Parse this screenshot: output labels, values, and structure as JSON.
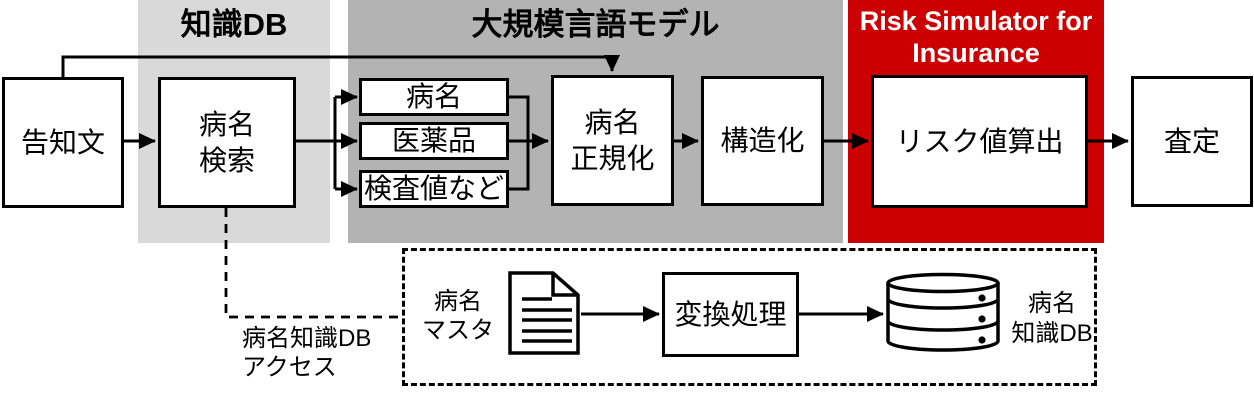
{
  "colors": {
    "band_light_gray": "#D9D9D9",
    "band_dark_gray": "#B3B3B3",
    "band_red": "#CC0000",
    "band_red_text": "#FFFFFF",
    "line_color": "#000000",
    "box_fill": "#FFFFFF"
  },
  "bands": {
    "knowledge_db": {
      "label": "知識DB"
    },
    "llm": {
      "label": "大規模言語モデル"
    },
    "risk_simulator": {
      "line1": "Risk Simulator",
      "line2": "for Insurance"
    }
  },
  "pipeline": {
    "notice": {
      "label": "告知文"
    },
    "disease_search": {
      "line1": "病名",
      "line2": "検索"
    },
    "extracted_items": {
      "disease_name": "病名",
      "medicine": "医薬品",
      "test_values": "検査値など"
    },
    "disease_normalization": {
      "line1": "病名",
      "line2": "正規化"
    },
    "structuring": {
      "label": "構造化"
    },
    "risk_calculation": {
      "label": "リスク値算出"
    },
    "assessment": {
      "label": "査定"
    }
  },
  "knowledge_db_flow": {
    "access_note": {
      "line1": "病名知識DB",
      "line2": "アクセス"
    },
    "disease_master": {
      "line1": "病名",
      "line2": "マスタ"
    },
    "conversion": {
      "label": "変換処理"
    },
    "disease_knowledge_db": {
      "line1": "病名",
      "line2": "知識DB"
    }
  }
}
